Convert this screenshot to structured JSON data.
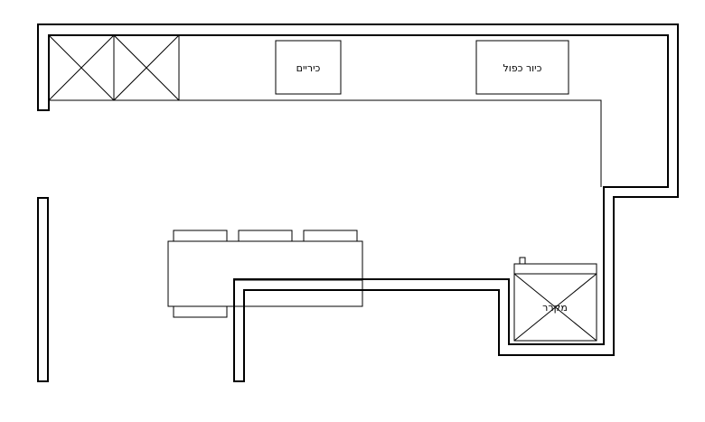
{
  "labels": {
    "sinks": "כיריים",
    "double_sink": "כיור כפול",
    "fridge": "מקרר"
  },
  "colors": {
    "line": "#000000",
    "background": "#ffffff"
  }
}
